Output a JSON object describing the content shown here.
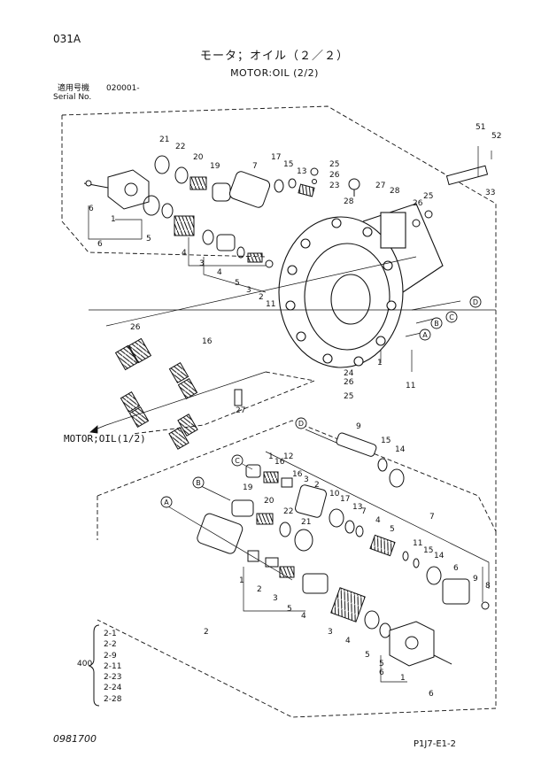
{
  "header": {
    "page_id": "031A",
    "title_jp": "モータ；オイル（２／２）",
    "title_en": "MOTOR:OIL (2/2)",
    "serial_label_jp": "適用号機",
    "serial_label_en": "Serial No.",
    "serial_value": "020001-"
  },
  "reference": {
    "motor_oil_ref": "MOTOR;OIL(1/2)"
  },
  "kit": {
    "quantity": "400",
    "items": [
      "2-1",
      "2-2",
      "2-9",
      "2-11",
      "2-23",
      "2-24",
      "2-28"
    ]
  },
  "footer": {
    "doc_id": "0981700",
    "sheet_id": "P1J7-E1-2"
  },
  "circle_letters": [
    "A",
    "B",
    "C",
    "D"
  ],
  "callouts": {
    "upper": [
      "21",
      "22",
      "20",
      "19",
      "7",
      "17",
      "15",
      "13",
      "25",
      "26",
      "23",
      "27",
      "28",
      "51",
      "52",
      "33",
      "25",
      "26",
      "1",
      "6",
      "6",
      "5",
      "4",
      "3",
      "4",
      "5",
      "3",
      "2",
      "11",
      "16",
      "26",
      "24",
      "26",
      "25",
      "27",
      "11",
      "1",
      "28",
      "A",
      "B",
      "C",
      "D"
    ],
    "lower": [
      "9",
      "15",
      "14",
      "1",
      "16",
      "12",
      "16",
      "3",
      "2",
      "19",
      "20",
      "22",
      "21",
      "10",
      "17",
      "13",
      "7",
      "4",
      "5",
      "7",
      "11",
      "15",
      "14",
      "6",
      "9",
      "8",
      "1",
      "2",
      "3",
      "5",
      "4",
      "2",
      "3",
      "4",
      "5",
      "5",
      "6",
      "1",
      "6",
      "A",
      "B",
      "C",
      "D"
    ]
  },
  "colors": {
    "line": "#111111",
    "background": "#ffffff"
  }
}
